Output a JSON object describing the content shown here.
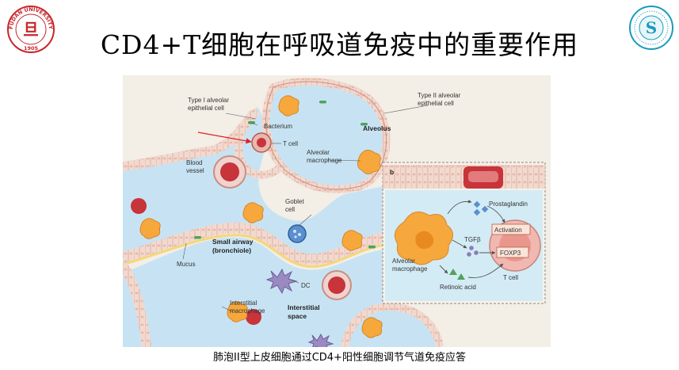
{
  "slide": {
    "title": "CD4+T细胞在呼吸道免疫中的重要作用",
    "caption": "肺泡II型上皮细胞通过CD4+阳性细胞调节气道免疫应答"
  },
  "logos": {
    "left": {
      "text_top": "FUDAN UNIVERSITY",
      "glyph": "旦",
      "year": "1905",
      "color": "#c8262b"
    },
    "right": {
      "glyph": "S",
      "color": "#1a9bbd"
    }
  },
  "figure": {
    "labels": {
      "type1": [
        "Type I alveolar",
        "epithelial cell"
      ],
      "type2": [
        "Type II alveolar",
        "epithelial cell"
      ],
      "bacterium": "Bacterium",
      "tcell_main": "T cell",
      "alveolus": "Alveolus",
      "blood_vessel": [
        "Blood",
        "vessel"
      ],
      "alv_macrophage": [
        "Alveolar",
        "macrophage"
      ],
      "goblet": [
        "Goblet",
        "cell"
      ],
      "small_airway": [
        "Small airway",
        "(bronchiole)"
      ],
      "mucus": "Mucus",
      "dc": "DC",
      "interstitial_macrophage": [
        "Interstitial",
        "macrophage"
      ],
      "interstitial_space": [
        "Interstitial",
        "space"
      ]
    },
    "inset": {
      "panel": "b",
      "prostaglandin": "Prostaglandin",
      "tgfb": "TGFβ",
      "activation": "Activation",
      "foxp3": "FOXP3",
      "macrophage": [
        "Alveolar",
        "macrophage"
      ],
      "retinoic": "Retinoic acid",
      "tcell": "T cell"
    },
    "colors": {
      "lumen": "#c7e3f3",
      "tissue": "#f3eee6",
      "epithelium": "#f2d9cf",
      "mucus": "#f4d77a",
      "macrophage": "#f6a83c",
      "rbc": "#c7343a",
      "dc": "#9b8ac2",
      "arrow": "#e02020"
    }
  }
}
